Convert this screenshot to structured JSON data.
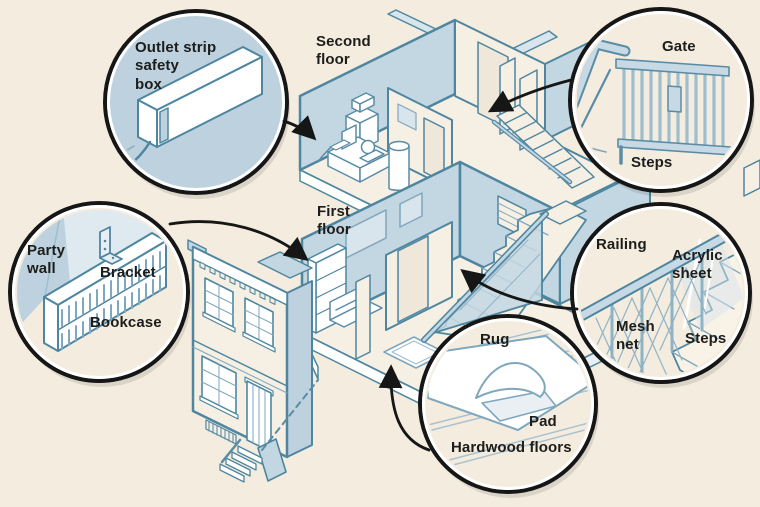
{
  "palette": {
    "background": "#f3ecdf",
    "wall_blue": "#c3d7e3",
    "wall_blue_dark": "#bdd2de",
    "wall_blue_light": "#dfe9f0",
    "line_blue": "#4e86a0",
    "ring_black": "#161616",
    "text": "#1d1d1b",
    "white": "#ffffff"
  },
  "floors": {
    "second_floor": "Second\nfloor",
    "first_floor": "First\nfloor"
  },
  "callouts": {
    "outlet": {
      "label": "Outlet strip\nsafety\nbox"
    },
    "gate": {
      "gate": "Gate",
      "steps": "Steps"
    },
    "bookcase": {
      "party_wall": "Party\nwall",
      "bracket": "Bracket",
      "bookcase": "Bookcase"
    },
    "stairs": {
      "railing": "Railing",
      "acrylic_sheet": "Acrylic\nsheet",
      "mesh_net": "Mesh\nnet",
      "steps": "Steps"
    },
    "rug": {
      "rug": "Rug",
      "pad": "Pad",
      "hardwood_floors": "Hardwood floors"
    }
  }
}
